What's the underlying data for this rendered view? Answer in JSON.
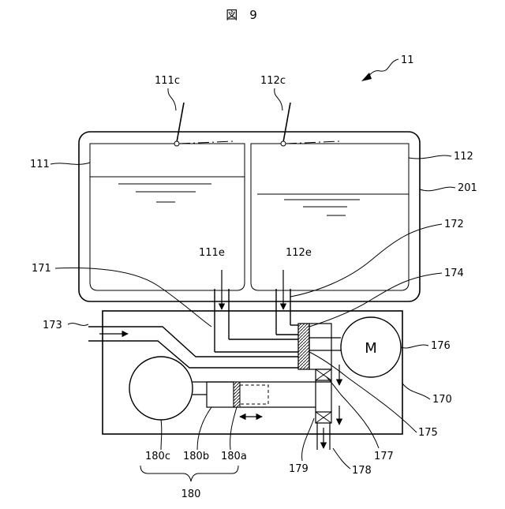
{
  "figure": {
    "title": "図　9",
    "motor_symbol": "M"
  },
  "labels": {
    "l11": "11",
    "l111c": "111c",
    "l112c": "112c",
    "l111": "111",
    "l112": "112",
    "l201": "201",
    "l172": "172",
    "l111e": "111e",
    "l112e": "112e",
    "l171": "171",
    "l174": "174",
    "l173": "173",
    "l176": "176",
    "l170": "170",
    "l175": "175",
    "l177": "177",
    "l179": "179",
    "l178": "178",
    "l180c": "180c",
    "l180b": "180b",
    "l180a": "180a",
    "l180": "180"
  }
}
